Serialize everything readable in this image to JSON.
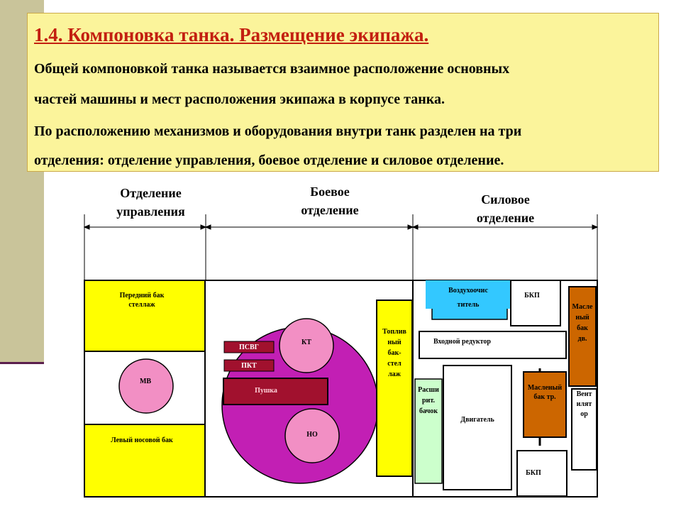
{
  "title": "1.4. Компоновка танка. Размещение экипажа.",
  "paragraphs": [
    "Общей компоновкой танка называется взаимное расположение основных",
    "частей машины и мест расположения экипажа в корпусе танка.",
    "По расположению механизмов и оборудования внутри танк разделен на три",
    "отделения: отделение управления, боевое отделение и силовое отделение."
  ],
  "sections": {
    "control": [
      "Отделение",
      "управления"
    ],
    "combat": [
      "Боевое",
      "отделение"
    ],
    "power": [
      "Силовое",
      "отделение"
    ]
  },
  "components": {
    "front_tank": [
      "Передний бак",
      "стеллаж"
    ],
    "mv": "МВ",
    "left_tank": "Левый носовой бак",
    "kt": "КТ",
    "psvg": "ПСВГ",
    "pkt": "ПКТ",
    "gun": "Пушка",
    "no": "НО",
    "fuel_rack": [
      "Топлив",
      "ный",
      "бак-",
      "стел",
      "лаж"
    ],
    "air_cleaner": [
      "Воздухоочис",
      "титель"
    ],
    "bkp_top": "БКП",
    "oil_tank_engine": [
      "Масле",
      "ный",
      "бак",
      "дв."
    ],
    "input_reducer": "Входной редуктор",
    "expansion_tank": [
      "Расши",
      "рит.",
      "бачок"
    ],
    "engine": "Двигатель",
    "oil_tank_tr": [
      "Масленый",
      "бак тр."
    ],
    "fan": [
      "Вент",
      "илят",
      "ор"
    ],
    "bkp_bottom": "БКП"
  },
  "colors": {
    "title": "#c31f10",
    "header_bg": "#fbf49b",
    "yellow": "#ffff00",
    "magenta": "#c21fb4",
    "pink": "#f28fc4",
    "dark_red": "#a1112e",
    "sky": "#33c8ff",
    "light_green": "#ccffcc",
    "orange": "#cc6600"
  }
}
